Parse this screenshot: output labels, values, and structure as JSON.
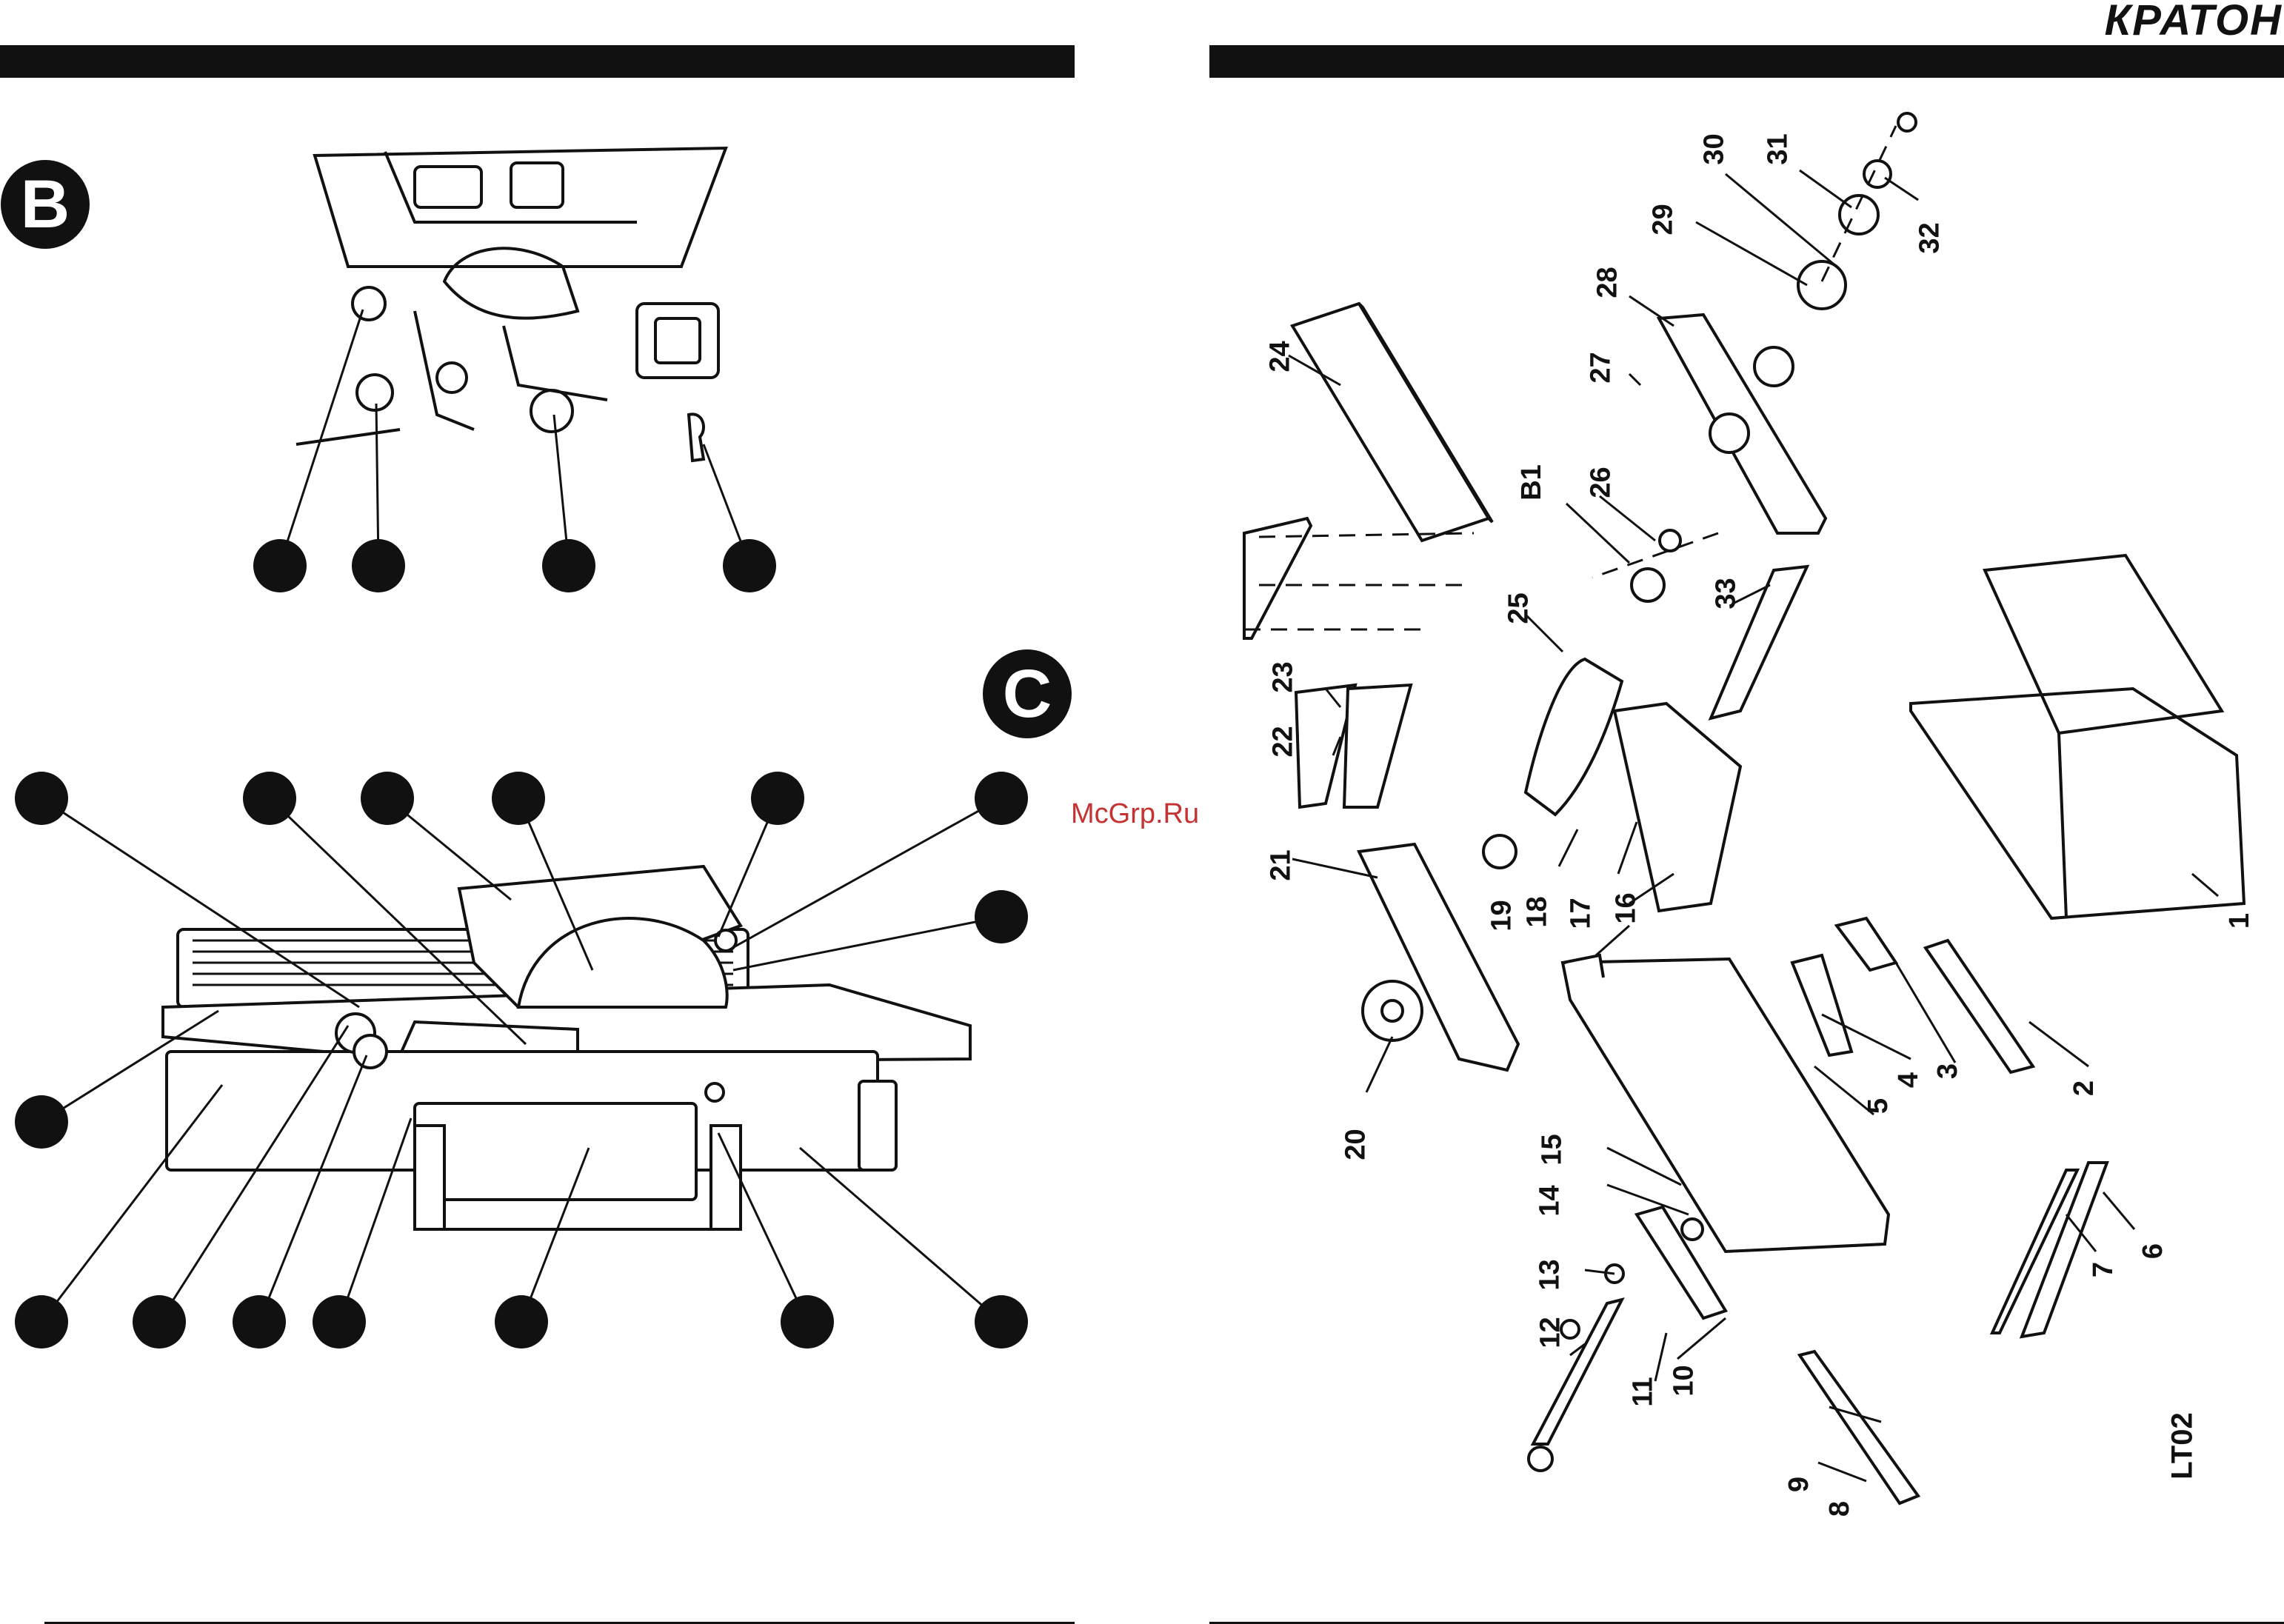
{
  "brand": {
    "logo_text": "КРАТОН"
  },
  "watermark": "McGrp.Ru",
  "sections": {
    "b_badge": "B",
    "c_badge": "C"
  },
  "exploded_view": {
    "model_code": "LT02",
    "part_labels": [
      "1",
      "2",
      "3",
      "4",
      "5",
      "6",
      "7",
      "8",
      "9",
      "10",
      "11",
      "12",
      "13",
      "14",
      "15",
      "16",
      "17",
      "18",
      "19",
      "20",
      "21",
      "22",
      "23",
      "24",
      "25",
      "26",
      "27",
      "28",
      "29",
      "30",
      "31",
      "32",
      "33",
      "B1"
    ]
  }
}
